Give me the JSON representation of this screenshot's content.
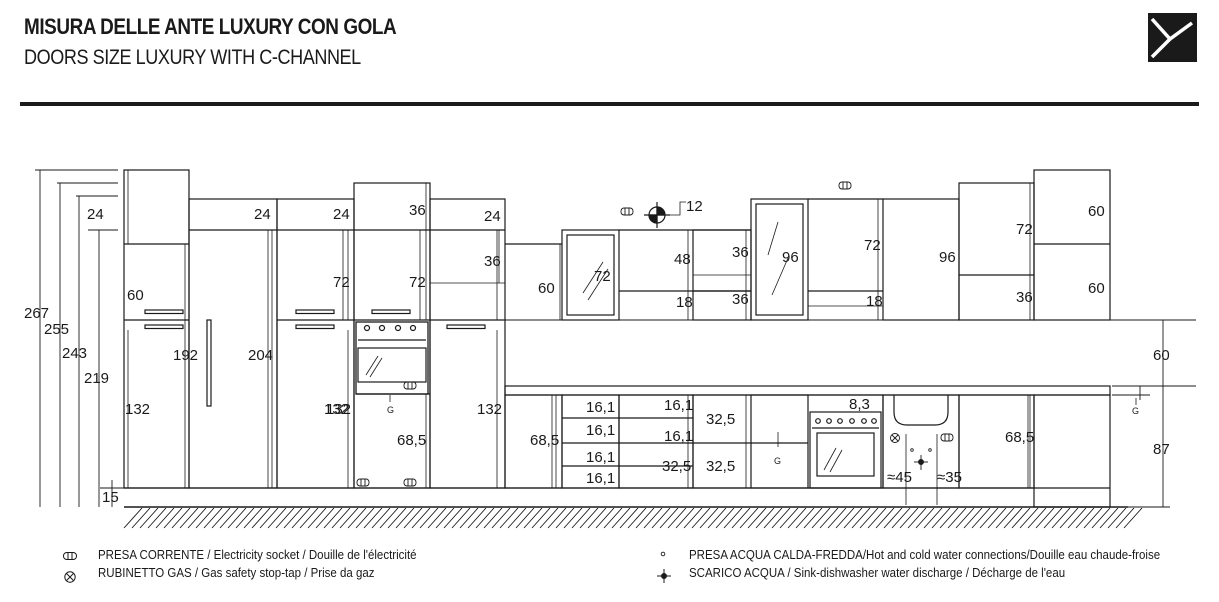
{
  "header": {
    "title": "MISURA DELLE ANTE LUXURY CON GOLA",
    "subtitle": "DOORS SIZE LUXURY WITH C-CHANNEL"
  },
  "dimensions": {
    "overall": [
      "267",
      "255",
      "243",
      "219",
      "15"
    ],
    "tall_fridge": [
      "24",
      "60",
      "192",
      "132"
    ],
    "tall_freezer": [
      "24",
      "204"
    ],
    "tall_pantry": [
      "24",
      "72",
      "132"
    ],
    "tall_oven": [
      "36",
      "72",
      "132",
      "68,5"
    ],
    "tall_right": [
      "24",
      "36",
      "132"
    ],
    "wall_glass_left": [
      "60",
      "72"
    ],
    "hood_area": [
      "12",
      "48",
      "18"
    ],
    "wall_glass_right": [
      "36",
      "96",
      "36"
    ],
    "wall_units": [
      "72",
      "18",
      "96"
    ],
    "tall_top_right": [
      "72",
      "60",
      "36",
      "60"
    ],
    "base_drawers": [
      "68,5",
      "16,1",
      "16,1",
      "16,1",
      "16,1"
    ],
    "base_mid": [
      "16,1",
      "16,1",
      "32,5",
      "32,5",
      "32,5"
    ],
    "oven_base": [
      "8,3"
    ],
    "sink_base": [
      "≈45",
      "≈35"
    ],
    "base_right": [
      "68,5"
    ],
    "heights_right": [
      "60",
      "87"
    ],
    "gas_marks": [
      "G",
      "G",
      "G"
    ]
  },
  "legend": {
    "socket": "PRESA CORRENTE / Electricity socket / Douille de l'électricité",
    "gas": "RUBINETTO GAS / Gas safety stop-tap / Prise da gaz",
    "water": "PRESA ACQUA CALDA-FREDDA/Hot and cold water connections/Douille eau chaude-froise",
    "drain": "SCARICO ACQUA / Sink-dishwasher water discharge / Décharge de l'eau"
  },
  "icons": {
    "logo": "brand-logo-icon",
    "socket": "socket-icon",
    "gas": "gas-tap-icon",
    "water": "water-connection-icon",
    "drain": "drain-icon"
  },
  "colors": {
    "ink": "#1a1a1a",
    "background": "#ffffff"
  }
}
